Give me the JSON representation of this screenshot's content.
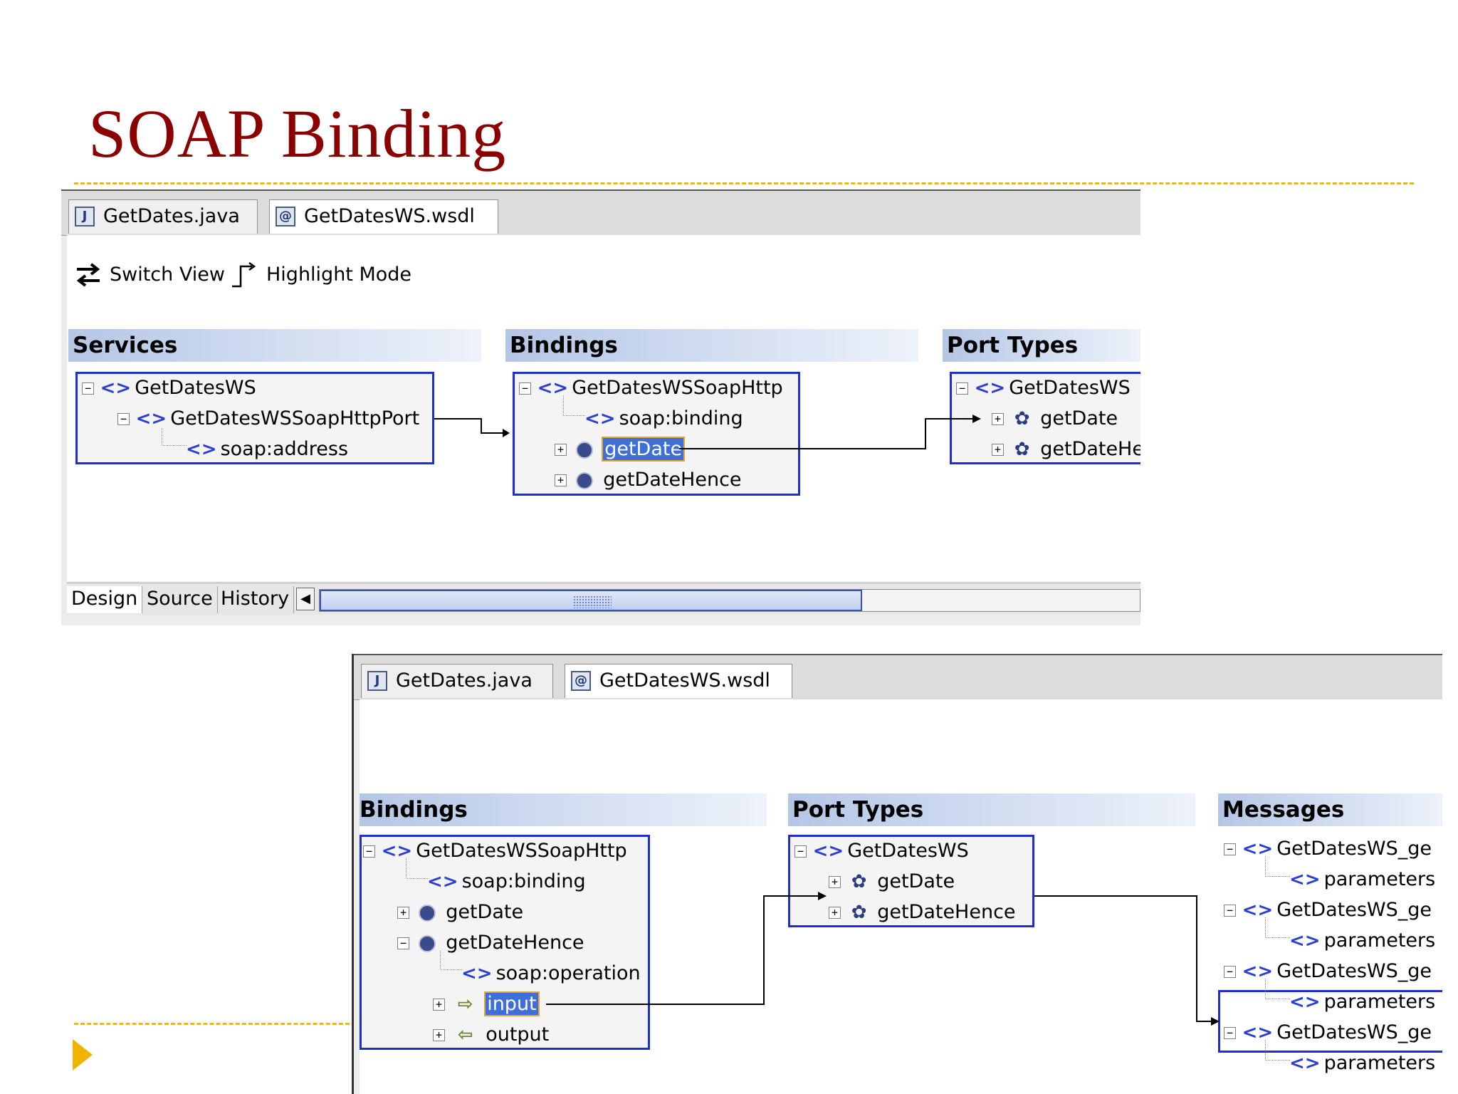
{
  "slide": {
    "title": "SOAP Binding"
  },
  "screenshot1": {
    "tabs": [
      {
        "label": "GetDates.java",
        "icon": "java-file-icon"
      },
      {
        "label": "GetDatesWS.wsdl",
        "icon": "wsdl-file-icon"
      }
    ],
    "toolbar": {
      "switch_view": "Switch View",
      "highlight_mode": "Highlight Mode"
    },
    "sections": {
      "services": "Services",
      "bindings": "Bindings",
      "port_types": "Port Types"
    },
    "services": [
      "GetDatesWS",
      "GetDatesWSSoapHttpPort",
      "soap:address"
    ],
    "bindings": [
      "GetDatesWSSoapHttp",
      "soap:binding",
      "getDate",
      "getDateHence"
    ],
    "port_types": [
      "GetDatesWS",
      "getDate",
      "getDateHen"
    ],
    "bottom_tabs": [
      "Design",
      "Source",
      "History"
    ]
  },
  "screenshot2": {
    "tabs": [
      {
        "label": "GetDates.java",
        "icon": "java-file-icon"
      },
      {
        "label": "GetDatesWS.wsdl",
        "icon": "wsdl-file-icon"
      }
    ],
    "sections": {
      "bindings": "Bindings",
      "port_types": "Port Types",
      "messages": "Messages"
    },
    "bindings": [
      "GetDatesWSSoapHttp",
      "soap:binding",
      "getDate",
      "getDateHence",
      "soap:operation",
      "input",
      "output"
    ],
    "port_types": [
      "GetDatesWS",
      "getDate",
      "getDateHence"
    ],
    "messages": [
      "GetDatesWS_ge",
      "parameters",
      "GetDatesWS_ge",
      "parameters",
      "GetDatesWS_ge",
      "parameters",
      "GetDatesWS_ge",
      "parameters"
    ]
  },
  "colors": {
    "title": "#8b0000",
    "panel_border": "#1f2fcf",
    "selection": "#3d6fd6",
    "dash": "#e3b634",
    "bullet": "#f0b400"
  }
}
